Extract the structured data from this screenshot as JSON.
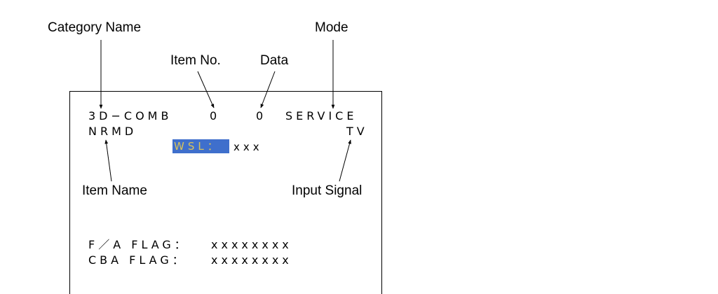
{
  "callouts": {
    "category_name": "Category Name",
    "mode": "Mode",
    "item_no": "Item No.",
    "data": "Data",
    "item_name": "Item Name",
    "input_signal": "Input Signal"
  },
  "osd": {
    "category": "3D−COMB",
    "item_number": "0",
    "data_value": "0",
    "mode": "SERVICE",
    "item_name": "NRMD",
    "input_signal": "TV",
    "wsl_label": "WSL：",
    "wsl_value": "xxx",
    "fa_flag_label": "F／A FLAG：",
    "fa_flag_value": "xxxxxxxx",
    "cba_flag_label": "CBA FLAG：",
    "cba_flag_value": "xxxxxxxx"
  },
  "colors": {
    "highlight_bg": "#3f6fcc",
    "highlight_text": "#d9c35a"
  }
}
